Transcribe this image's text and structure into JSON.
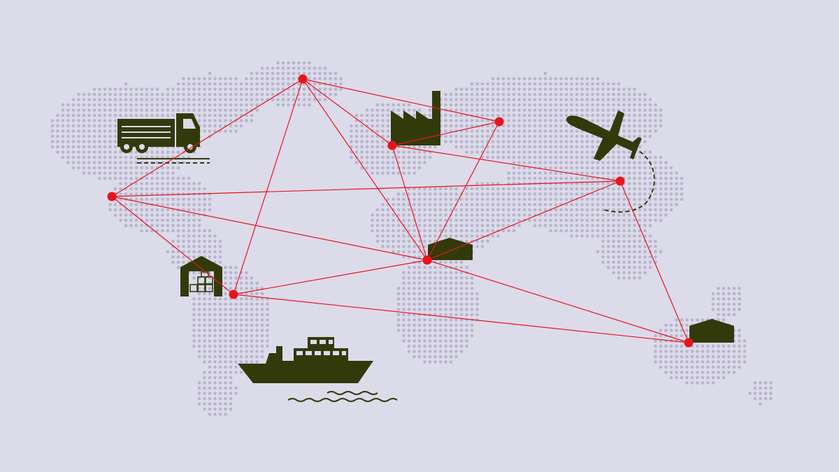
{
  "colors": {
    "background": "#dcdbea",
    "map_dots": "#b7b4cc",
    "route_line": "#e8141c",
    "node": "#e8141c",
    "icon": "#323a0c"
  },
  "nodes": [
    {
      "id": "north-pole-hub"
    },
    {
      "id": "north-america-west"
    },
    {
      "id": "south-america"
    },
    {
      "id": "europe"
    },
    {
      "id": "russia-east"
    },
    {
      "id": "east-asia"
    },
    {
      "id": "africa"
    },
    {
      "id": "australia"
    }
  ],
  "routes": [
    [
      "north-pole-hub",
      "north-america-west"
    ],
    [
      "north-pole-hub",
      "south-america"
    ],
    [
      "north-pole-hub",
      "europe"
    ],
    [
      "north-pole-hub",
      "russia-east"
    ],
    [
      "north-pole-hub",
      "africa"
    ],
    [
      "north-america-west",
      "south-america"
    ],
    [
      "north-america-west",
      "africa"
    ],
    [
      "north-america-west",
      "east-asia"
    ],
    [
      "europe",
      "russia-east"
    ],
    [
      "europe",
      "east-asia"
    ],
    [
      "europe",
      "africa"
    ],
    [
      "russia-east",
      "africa"
    ],
    [
      "east-asia",
      "africa"
    ],
    [
      "east-asia",
      "australia"
    ],
    [
      "south-america",
      "africa"
    ],
    [
      "south-america",
      "australia"
    ],
    [
      "africa",
      "australia"
    ]
  ],
  "icons": [
    {
      "name": "truck-icon"
    },
    {
      "name": "factory-icon"
    },
    {
      "name": "airplane-icon"
    },
    {
      "name": "warehouse-icon"
    },
    {
      "name": "container-ship-icon"
    },
    {
      "name": "storage-depot-icon"
    }
  ]
}
